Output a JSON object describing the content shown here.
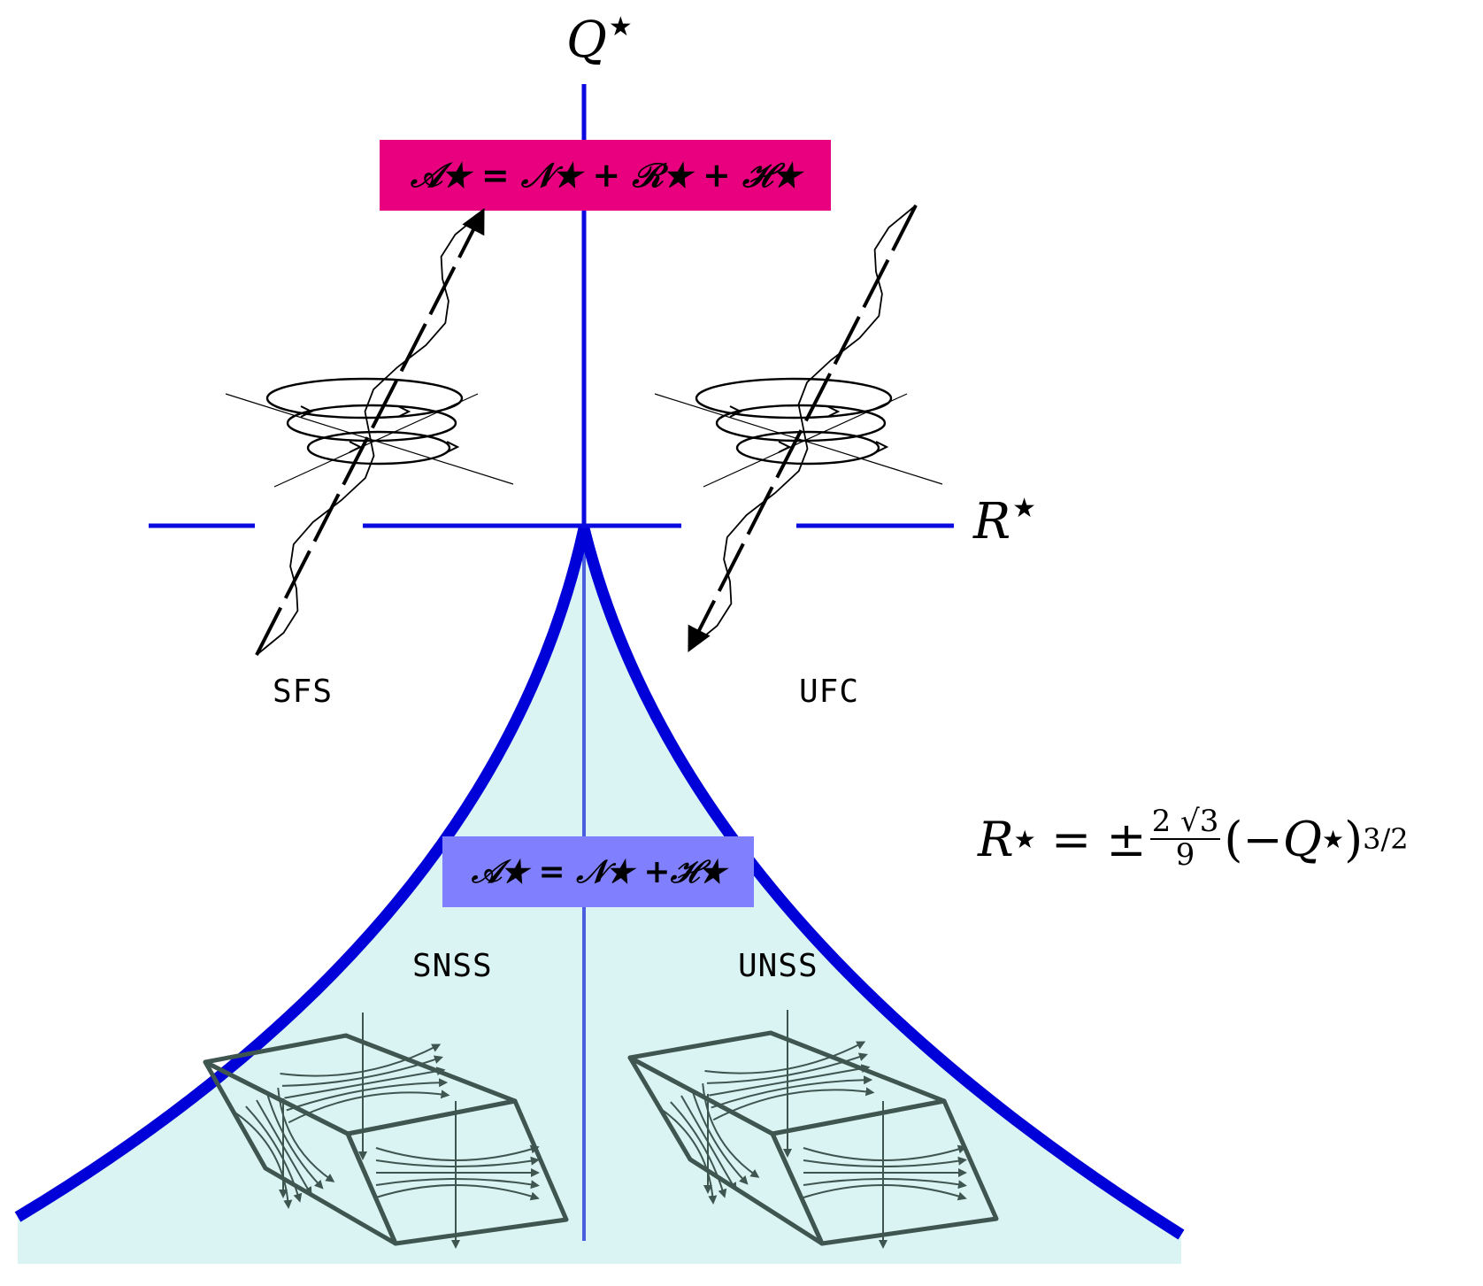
{
  "colors": {
    "axis": "#0a0ae0",
    "boundary": "#0000d8",
    "region_fill": "#daf3f3",
    "box_top": "#e8007f",
    "box_mid": "#8080ff",
    "cube_stroke": "#3e5550"
  },
  "axes": {
    "vertical_label": "Q",
    "horizontal_label": "R",
    "star": "★"
  },
  "formulas": {
    "top": "𝒜★ = 𝒩★ + ℛ★ + ℋ★",
    "middle": "𝒜★ = 𝒩★ +ℋ★",
    "curve": {
      "lhs": "R",
      "star": "★",
      "eq": " = ±",
      "frac_num": "2 √3",
      "frac_den": "9",
      "paren_open": "(−",
      "q": "Q",
      "paren_close": ")",
      "exponent": "3/2"
    }
  },
  "regions": {
    "top_left": "SFS",
    "top_right": "UFC",
    "bottom_left": "SNSS",
    "bottom_right": "UNSS"
  }
}
